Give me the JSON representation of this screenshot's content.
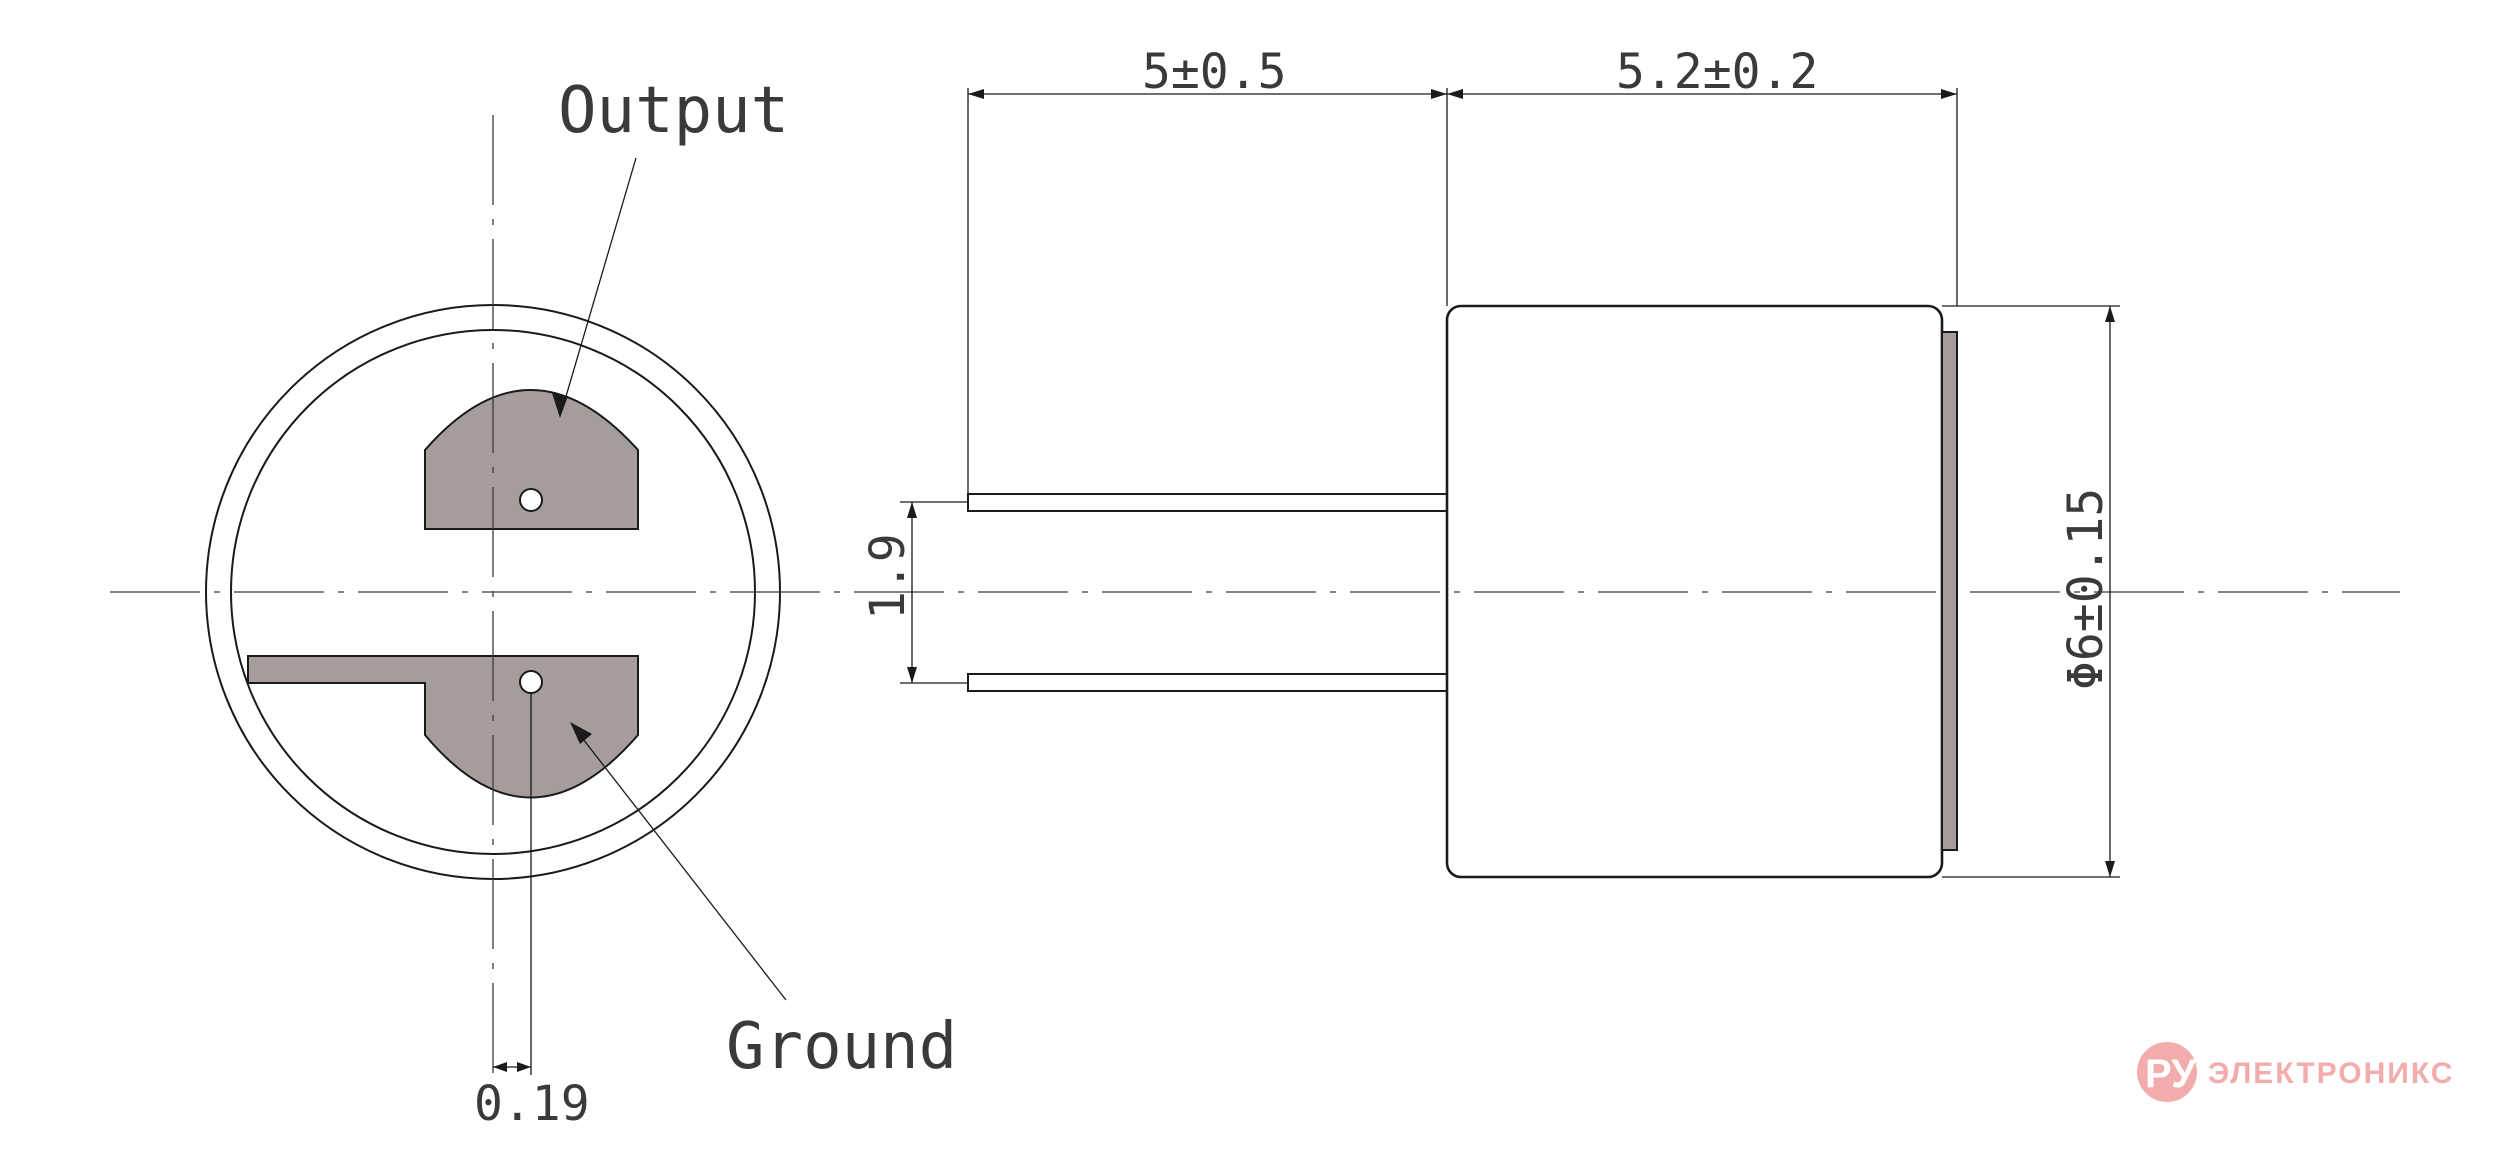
{
  "labels": {
    "output": "Output",
    "ground": "Ground"
  },
  "dimensions": {
    "pin_length": "5±0.5",
    "body_length": "5.2±0.2",
    "diameter": "Φ6±0.15",
    "pin_spacing": "1.9",
    "offset": "0.19"
  },
  "brand": {
    "badge": "РУ",
    "name": "ЭЛЕКТРОНИКС",
    "color": "#f2a4a4"
  },
  "colors": {
    "pad_fill": "#a59d9c",
    "line": "#1a1a1a"
  }
}
